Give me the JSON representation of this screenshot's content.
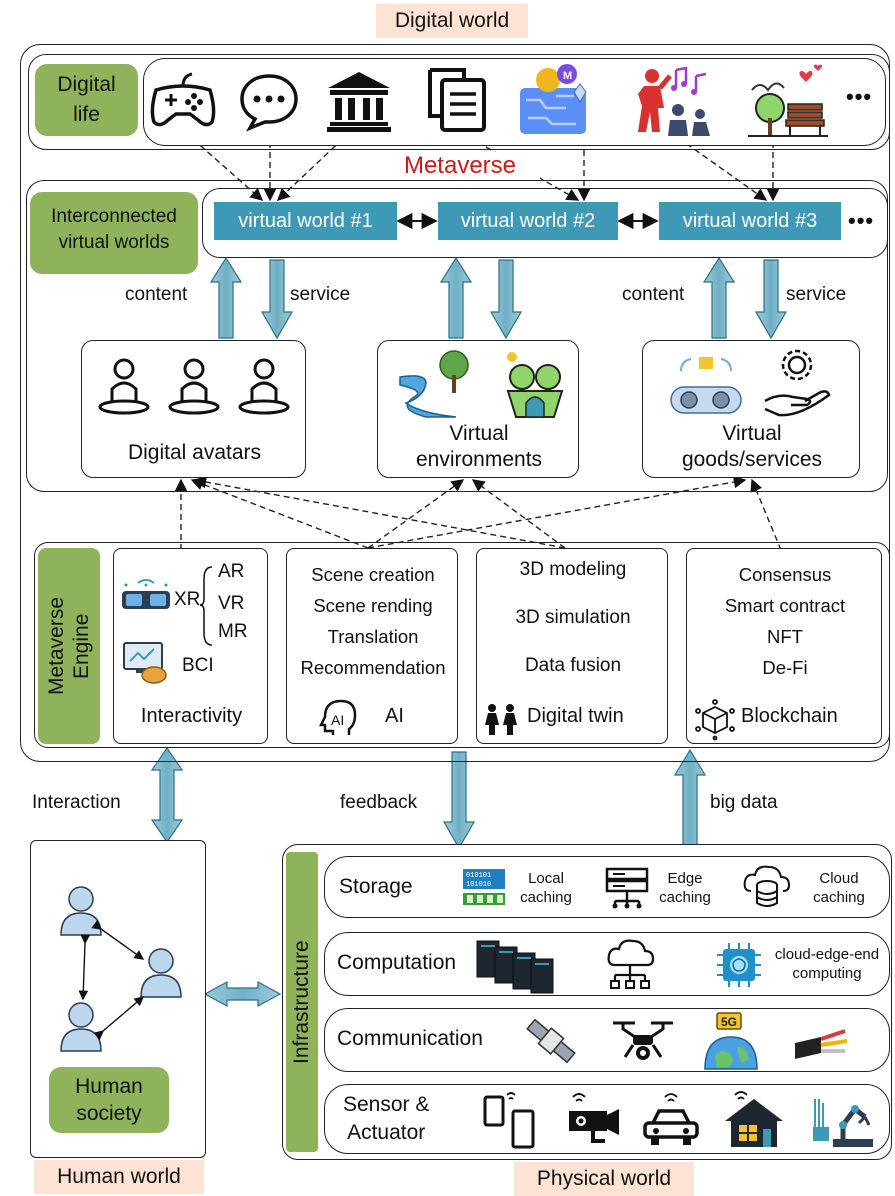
{
  "titles": {
    "digital_world": "Digital world",
    "human_world": "Human world",
    "physical_world": "Physical world",
    "metaverse": "Metaverse"
  },
  "digital_life": {
    "label_line1": "Digital",
    "label_line2": "life",
    "icons": [
      "gamepad-icon",
      "chat-icon",
      "bank-icon",
      "documents-icon",
      "crypto-card-icon",
      "concert-icon",
      "park-icon"
    ],
    "more": "•••"
  },
  "virtual_worlds": {
    "label_line1": "Interconnected",
    "label_line2": "virtual worlds",
    "items": [
      "virtual world #1",
      "virtual world #2",
      "virtual world #3"
    ],
    "more": "•••"
  },
  "flows": {
    "content_left": "content",
    "service_left": "service",
    "content_right": "content",
    "service_right": "service"
  },
  "modules": {
    "avatars": "Digital avatars",
    "env_line1": "Virtual",
    "env_line2": "environments",
    "goods_line1": "Virtual",
    "goods_line2": "goods/services"
  },
  "engine": {
    "label_line1": "Metaverse",
    "label_line2": "Engine",
    "interactivity": {
      "xr": "XR",
      "ar": "AR",
      "vr": "VR",
      "mr": "MR",
      "bci": "BCI",
      "title": "Interactivity"
    },
    "ai": {
      "items": [
        "Scene creation",
        "Scene rending",
        "Translation",
        "Recommendation"
      ],
      "title": "AI"
    },
    "twin": {
      "items": [
        "3D modeling",
        "3D simulation",
        "Data fusion"
      ],
      "title": "Digital twin"
    },
    "blockchain": {
      "items": [
        "Consensus",
        "Smart contract",
        "NFT",
        "De-Fi"
      ],
      "title": "Blockchain"
    }
  },
  "links": {
    "interaction": "Interaction",
    "feedback": "feedback",
    "big_data": "big data"
  },
  "human": {
    "label_line1": "Human",
    "label_line2": "society"
  },
  "infrastructure": {
    "label": "Infrastructure",
    "storage": {
      "title": "Storage",
      "local_1": "Local",
      "local_2": "caching",
      "edge_1": "Edge",
      "edge_2": "caching",
      "cloud_1": "Cloud",
      "cloud_2": "caching"
    },
    "computation": {
      "title": "Computation",
      "cec_1": "cloud-edge-end",
      "cec_2": "computing"
    },
    "communication": {
      "title": "Communication",
      "badge": "5G"
    },
    "sensor": {
      "title_line1": "Sensor &",
      "title_line2": "Actuator"
    }
  },
  "colors": {
    "green": "#8fb35a",
    "teal": "#3d99b5",
    "arrow": "#7fb6c8",
    "peach": "#fde3d3",
    "metaverse_red": "#cc1a1a"
  }
}
